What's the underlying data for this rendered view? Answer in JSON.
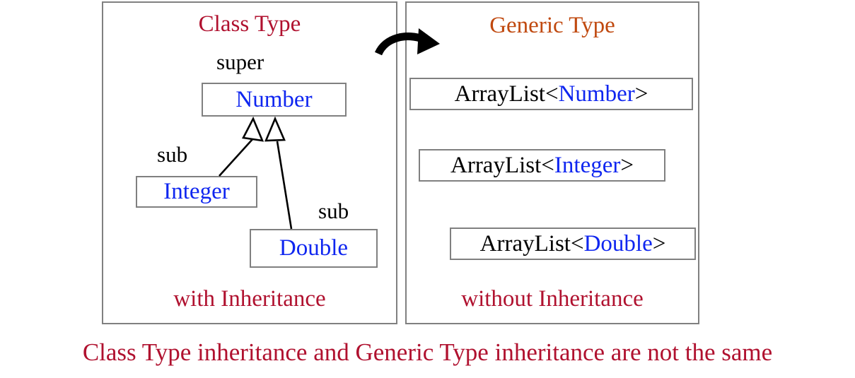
{
  "diagram": {
    "caption": "Class Type inheritance and Generic Type inheritance are not the same",
    "colors": {
      "class_type_red": "#B0112F",
      "generic_type_orange": "#C0490F",
      "type_name_blue": "#0F26F0",
      "box_border_gray": "#808080",
      "arrow_black": "#000000",
      "background": "#FFFFFF"
    }
  },
  "left_panel": {
    "title": "Class Type",
    "footer": "with Inheritance",
    "super_label": "super",
    "sub_label_integer": "sub",
    "sub_label_double": "sub",
    "boxes": [
      {
        "name": "Number",
        "role": "super"
      },
      {
        "name": "Integer",
        "role": "sub"
      },
      {
        "name": "Double",
        "role": "sub"
      }
    ],
    "relations": [
      {
        "from": "Integer",
        "to": "Number",
        "kind": "extends"
      },
      {
        "from": "Double",
        "to": "Number",
        "kind": "extends"
      }
    ]
  },
  "right_panel": {
    "title": "Generic Type",
    "footer": "without Inheritance",
    "boxes": [
      {
        "raw": "ArrayList<Number>",
        "base": "ArrayList<",
        "param": "Number",
        "close": ">"
      },
      {
        "raw": "ArrayList<Integer>",
        "base": "ArrayList<",
        "param": "Integer",
        "close": ">"
      },
      {
        "raw": "ArrayList<Double>",
        "base": "ArrayList<",
        "param": "Double",
        "close": ">"
      }
    ],
    "relations": []
  },
  "connector": {
    "kind": "curved-arrow",
    "direction": "left-to-right",
    "label": ""
  }
}
